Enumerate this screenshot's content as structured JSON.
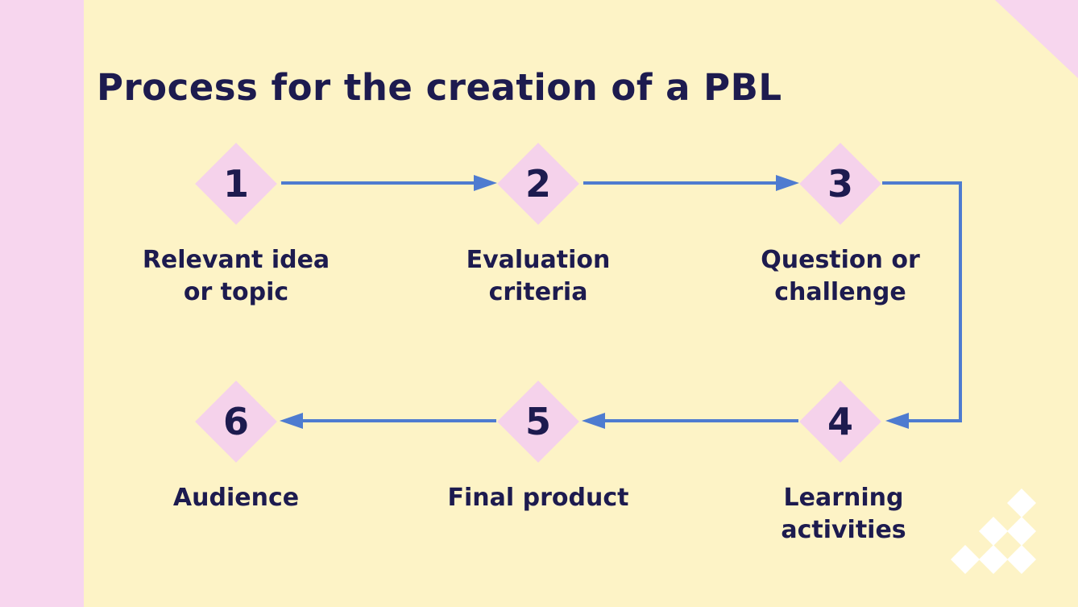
{
  "slide": {
    "title": "Process for the creation of a PBL"
  },
  "steps": [
    {
      "number": "1",
      "label": "Relevant idea\nor topic"
    },
    {
      "number": "2",
      "label": "Evaluation\ncriteria"
    },
    {
      "number": "3",
      "label": "Question or\nchallenge"
    },
    {
      "number": "4",
      "label": "Learning\nactivities"
    },
    {
      "number": "5",
      "label": "Final product"
    },
    {
      "number": "6",
      "label": "Audience"
    }
  ],
  "flow": {
    "sequence": "1 → 2 → 3 → 4 → 5 → 6",
    "arrows": [
      "1-2",
      "2-3",
      "3-4",
      "4-5",
      "5-6"
    ]
  },
  "colors": {
    "background": "#fdf3c6",
    "accent_pink": "#f7d6ee",
    "diamond_pink": "#f5d2eb",
    "text_navy": "#1d1b4f",
    "arrow_blue": "#4e7bd0",
    "pattern_white": "#ffffff"
  }
}
